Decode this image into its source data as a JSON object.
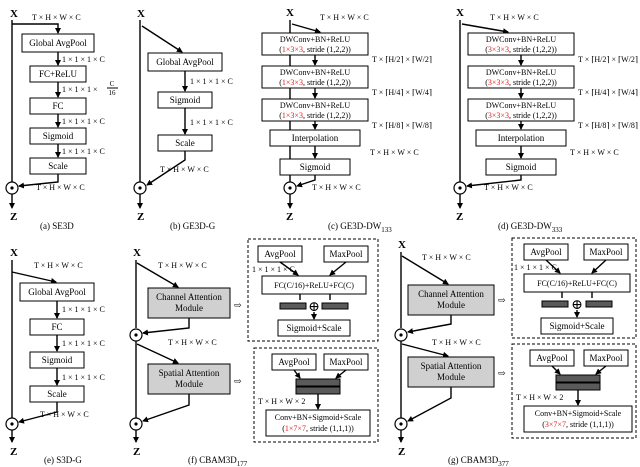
{
  "colors": {
    "accent_red": "#e02020",
    "module_fill": "#d0d0d0",
    "bar_fill": "#5a5a5a"
  },
  "io": {
    "x": "X",
    "z": "Z",
    "mul": "⊙",
    "add": "⊕",
    "arrow_right": "⇨"
  },
  "dims": {
    "thwc": "T × H × W × C",
    "t111c": "1 × 1 × 1 × C",
    "t111c16_prefix": "1 × 1 × 1 ×",
    "c16_num": "C",
    "c16_den": "16",
    "thw2": "T × H × W × 2",
    "t_h2_w2": "T × ⌈H/2⌉ × ⌈W/2⌉",
    "t_h4_w4": "T × ⌈H/4⌉ × ⌈W/4⌉",
    "t_h8_w8": "T × ⌈H/8⌉ × ⌈W/8⌉"
  },
  "ops": {
    "gap": "Global AvgPool",
    "fcrelu": "FC+ReLU",
    "fc": "FC",
    "sigmoid": "Sigmoid",
    "scale": "Scale",
    "dwconv": "DWConv+BN+ReLU",
    "interp": "Interpolation",
    "cam": "Channel Attention Module",
    "sam": "Spatial Attention Module",
    "avgpool": "AvgPool",
    "maxpool": "MaxPool",
    "fc_expr_a": "FC(",
    "fc_expr_b": ")+ReLU+FC(",
    "fc_expr_c": ")",
    "sig_scale": "Sigmoid+Scale",
    "conv_sig": "Conv+BN+Sigmoid+Scale"
  },
  "kernels": {
    "k133": "1×3×3",
    "k333": "3×3×3",
    "stride122": ", stride (1,2,2)",
    "k177": "1×7×7",
    "k377": "3×7×7",
    "stride111": ", stride (1,1,1)"
  },
  "captions": {
    "a": "(a) SE3D",
    "b": "(b) GE3D-G",
    "c_main": "(c) GE3D-DW",
    "c_sub": "133",
    "d_main": "(d) GE3D-DW",
    "d_sub": "333",
    "e": "(e) S3D-G",
    "f_main": "(f) CBAM3D",
    "f_sub": "177",
    "g_main": "(g) CBAM3D",
    "g_sub": "377"
  }
}
